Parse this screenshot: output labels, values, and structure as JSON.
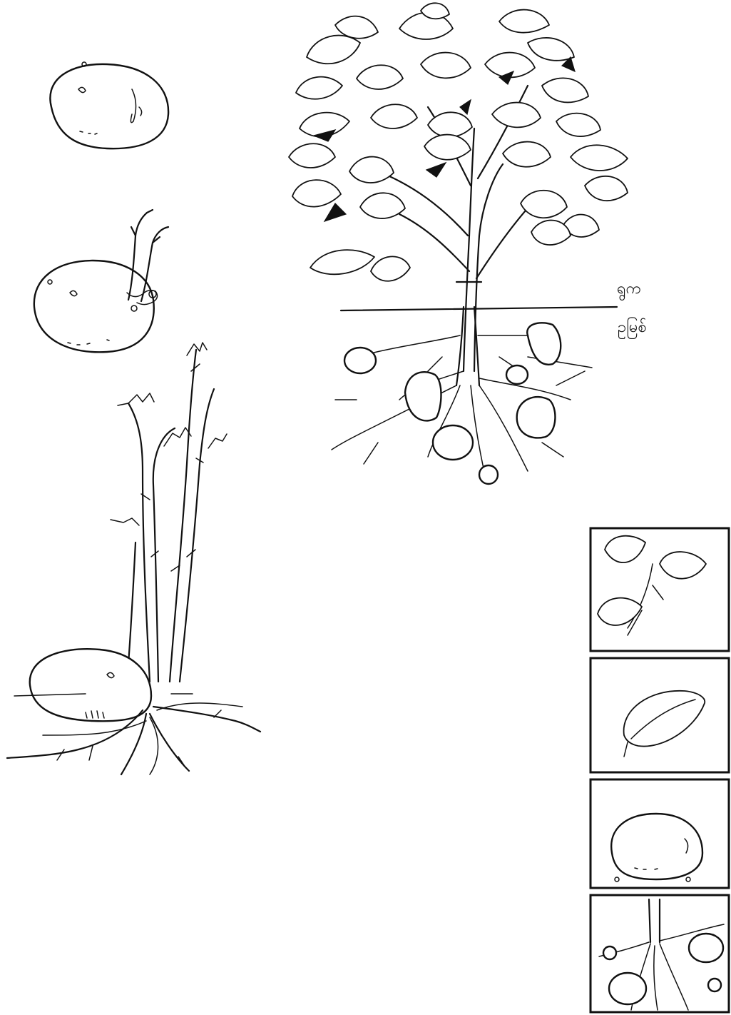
{
  "labels": {
    "leaf_label": "ရွက",
    "tuber_label": "ဥမြစ်"
  },
  "colors": {
    "ink": "#111111",
    "paper": "#ffffff"
  },
  "stages": [
    "whole-tuber",
    "sprouting-tuber",
    "young-shoots-with-roots",
    "mature-plant-with-tubers"
  ],
  "panels": [
    "leaf-branch",
    "single-leaf",
    "tuber",
    "roots-with-tubers"
  ]
}
